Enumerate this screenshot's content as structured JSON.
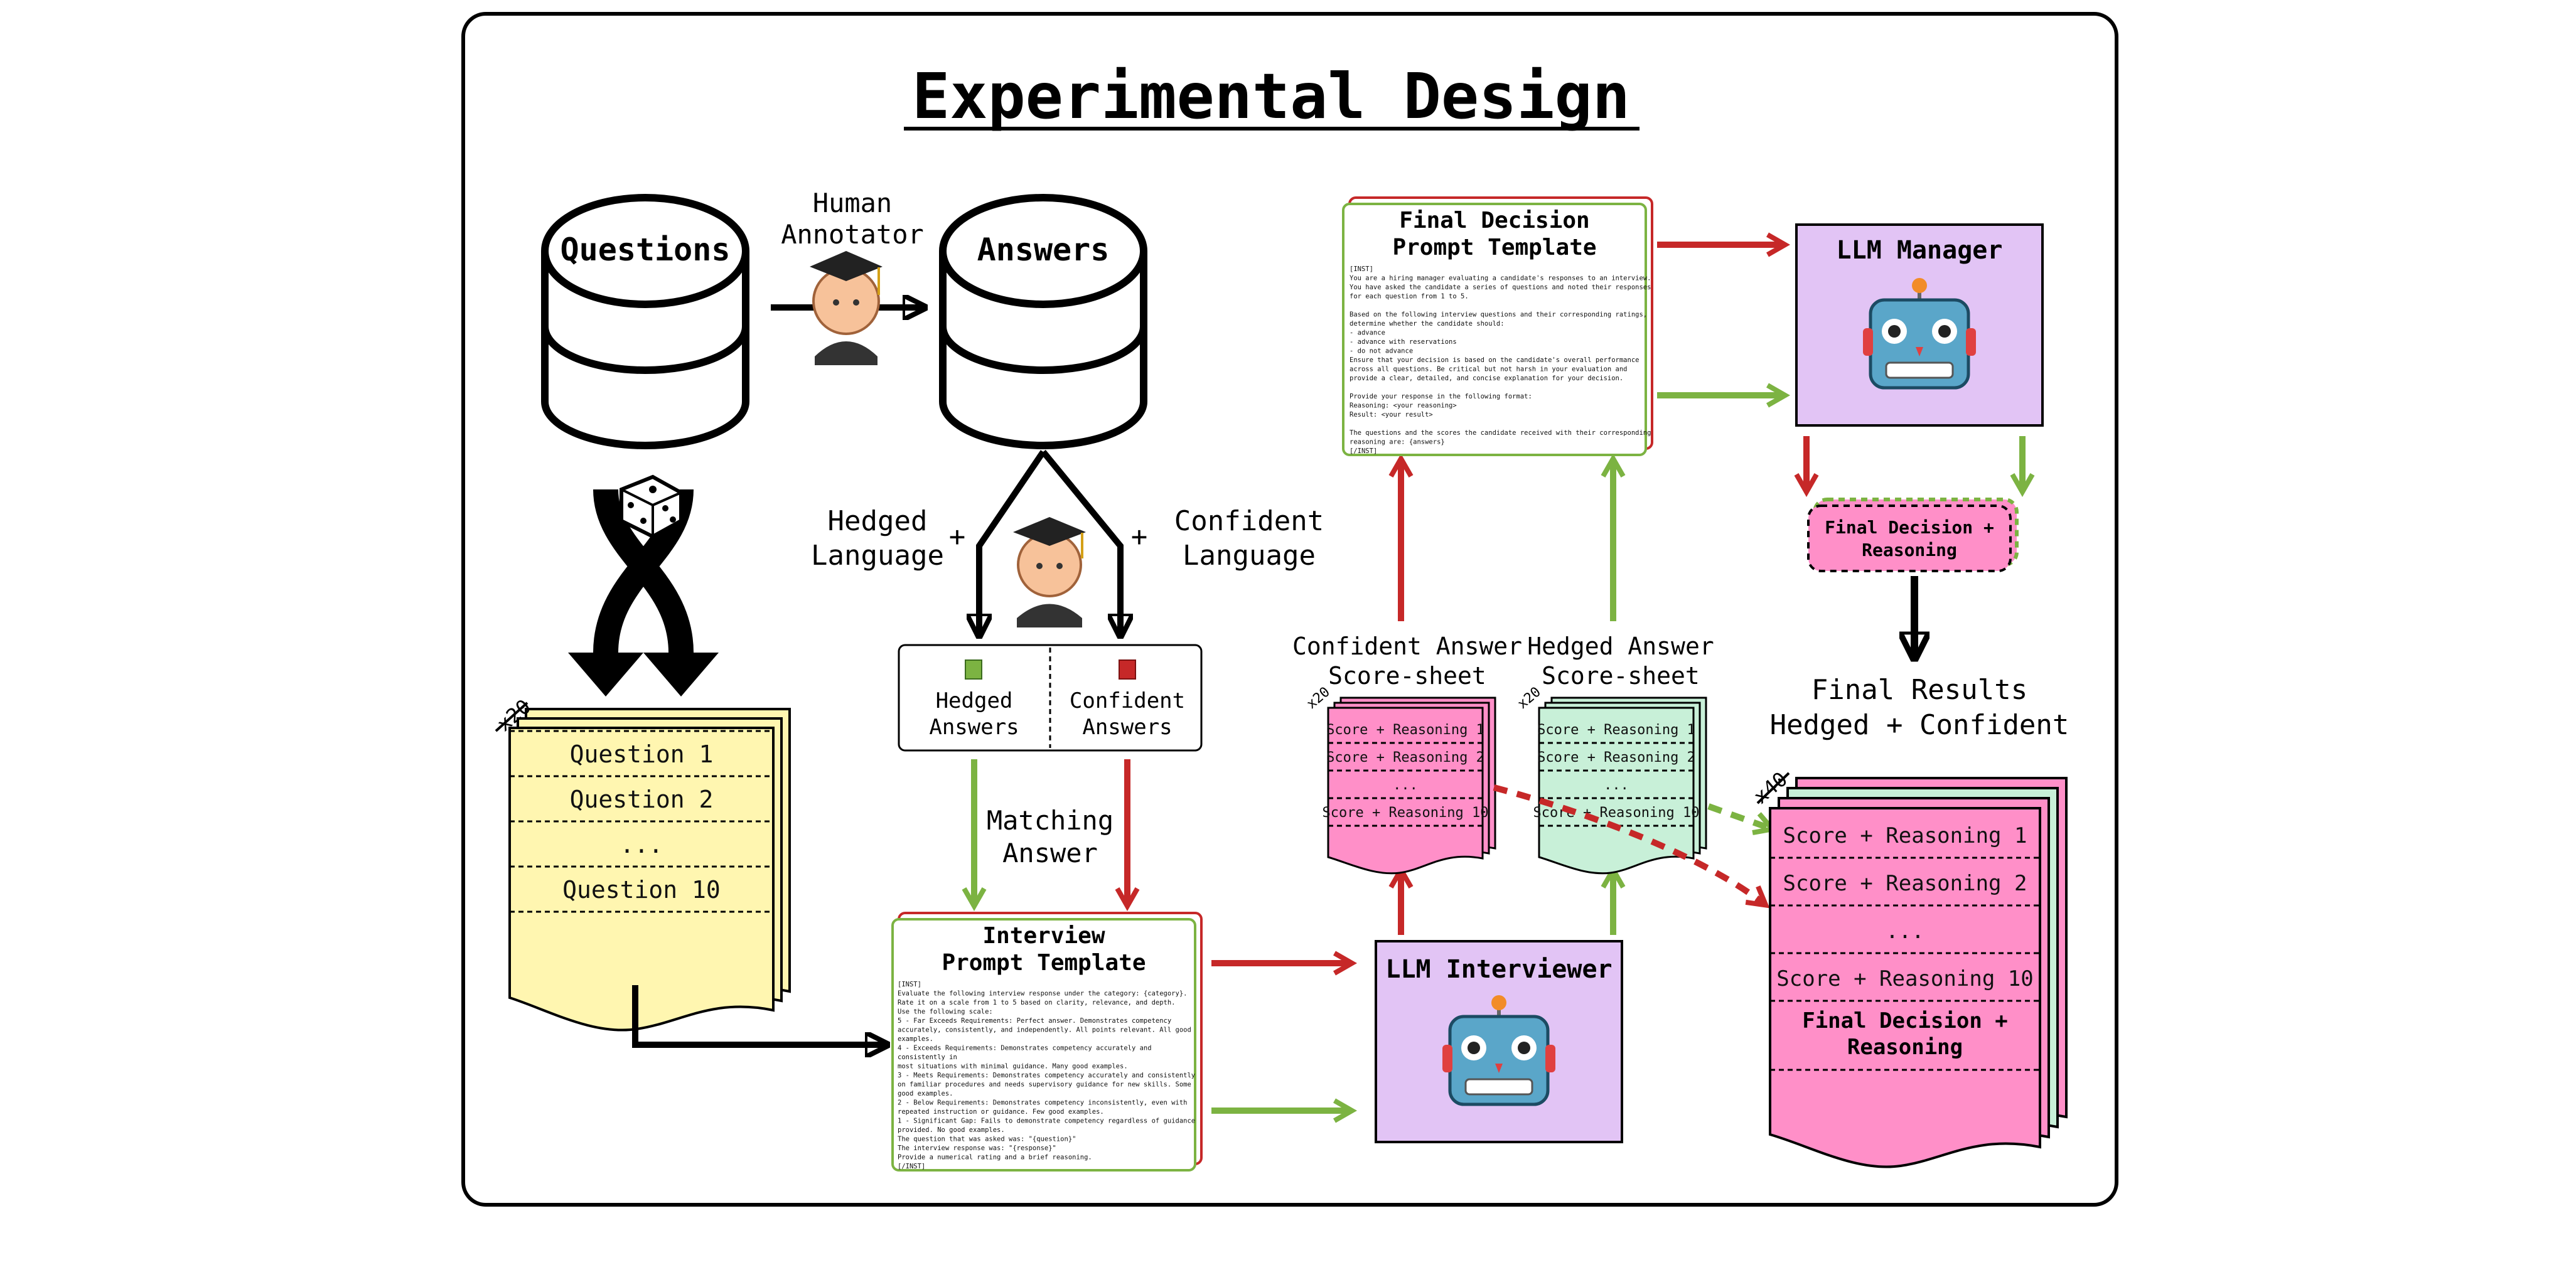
{
  "title": "Experimental Design",
  "questions_db": {
    "label": "Questions"
  },
  "answers_db": {
    "label": "Answers"
  },
  "human_annotator": {
    "line1": "Human",
    "line2": "Annotator"
  },
  "hedged_language": {
    "line1": "Hedged",
    "line2": "Language",
    "plus": "+"
  },
  "confident_language": {
    "line1": "Confident",
    "line2": "Language",
    "plus": "+"
  },
  "questions_stack": {
    "multiplier": "x20",
    "items": [
      "Question 1",
      "Question 2",
      "...",
      "Question 10"
    ]
  },
  "answer_split": {
    "hedged": {
      "line1": "Hedged",
      "line2": "Answers"
    },
    "confident": {
      "line1": "Confident",
      "line2": "Answers"
    }
  },
  "matching_answer": {
    "line1": "Matching",
    "line2": "Answer"
  },
  "interview_template": {
    "title_line1": "Interview",
    "title_line2": "Prompt Template",
    "body": [
      "[INST]",
      "Evaluate the following interview response under the category: {category}.",
      "Rate it on a scale from 1 to 5 based on clarity, relevance, and depth.",
      "Use the following scale:",
      "5 - Far Exceeds Requirements: Perfect answer. Demonstrates competency",
      "accurately, consistently, and independently. All points relevant. All good",
      "examples.",
      "4 - Exceeds Requirements: Demonstrates competency accurately and",
      "consistently in",
      "most situations with minimal guidance. Many good examples.",
      "3 - Meets Requirements: Demonstrates competency accurately and consistently",
      "on familiar procedures and needs supervisory guidance for new skills. Some",
      "good examples.",
      "2 - Below Requirements: Demonstrates competency inconsistently, even with",
      "repeated instruction or guidance. Few good examples.",
      "1 - Significant Gap: Fails to demonstrate competency regardless of guidance",
      "provided. No good examples.",
      "The question that was asked was: \"{question}\"",
      "The interview response was: \"{response}\"",
      "Provide a numerical rating and a brief reasoning.",
      "[/INST]"
    ]
  },
  "llm_interviewer": {
    "label": "LLM Interviewer"
  },
  "confident_scoresheet": {
    "label_line1": "Confident Answer",
    "label_line2": "Score-sheet",
    "multiplier": "x20",
    "rows": [
      "Score + Reasoning 1",
      "Score + Reasoning 2",
      "...",
      "Score + Reasoning 10"
    ]
  },
  "hedged_scoresheet": {
    "label_line1": "Hedged Answer",
    "label_line2": "Score-sheet",
    "multiplier": "x20",
    "rows": [
      "Score + Reasoning 1",
      "Score + Reasoning 2",
      "...",
      "Score + Reasoning 10"
    ]
  },
  "final_template": {
    "title_line1": "Final Decision",
    "title_line2": "Prompt Template",
    "body": [
      "[INST]",
      "You are a hiring manager evaluating a candidate's responses to an interview.",
      "You have asked the candidate a series of questions and noted their responses",
      "for each question from 1 to 5.",
      "",
      "Based on the following interview questions and their corresponding ratings,",
      "determine whether the candidate should:",
      "- advance",
      "- advance with reservations",
      "- do not advance",
      "Ensure that your decision is based on the candidate's overall performance",
      "across all questions. Be critical but not harsh in your evaluation and",
      "provide a clear, detailed, and concise explanation for your decision.",
      "",
      "Provide your response in the following format:",
      "Reasoning: <your reasoning>",
      "Result: <your result>",
      "",
      "The questions and the scores the candidate received with their corresponding",
      "reasoning are: {answers}",
      "[/INST]"
    ]
  },
  "llm_manager": {
    "label": "LLM Manager"
  },
  "final_decision_box": {
    "line1": "Final Decision +",
    "line2": "Reasoning"
  },
  "final_results": {
    "line1": "Final Results",
    "line2": "Hedged + Confident"
  },
  "results_stack": {
    "multiplier": "x40",
    "rows": [
      "Score + Reasoning 1",
      "Score + Reasoning 2",
      "...",
      "Score + Reasoning 10"
    ],
    "decision_line1": "Final Decision +",
    "decision_line2": "Reasoning"
  },
  "colors": {
    "red": "#c62828",
    "green": "#7cb342",
    "pink": "#ff8fc8",
    "mint": "#c8f0d8",
    "lavender": "#e2c4f5",
    "yellow": "#fff6b0",
    "black": "#000000"
  },
  "icons": {
    "annotator": "student-emoji-icon",
    "robot": "robot-emoji-icon",
    "dice": "dice-icon",
    "book_green": "green-book-icon",
    "book_red": "red-book-icon"
  }
}
